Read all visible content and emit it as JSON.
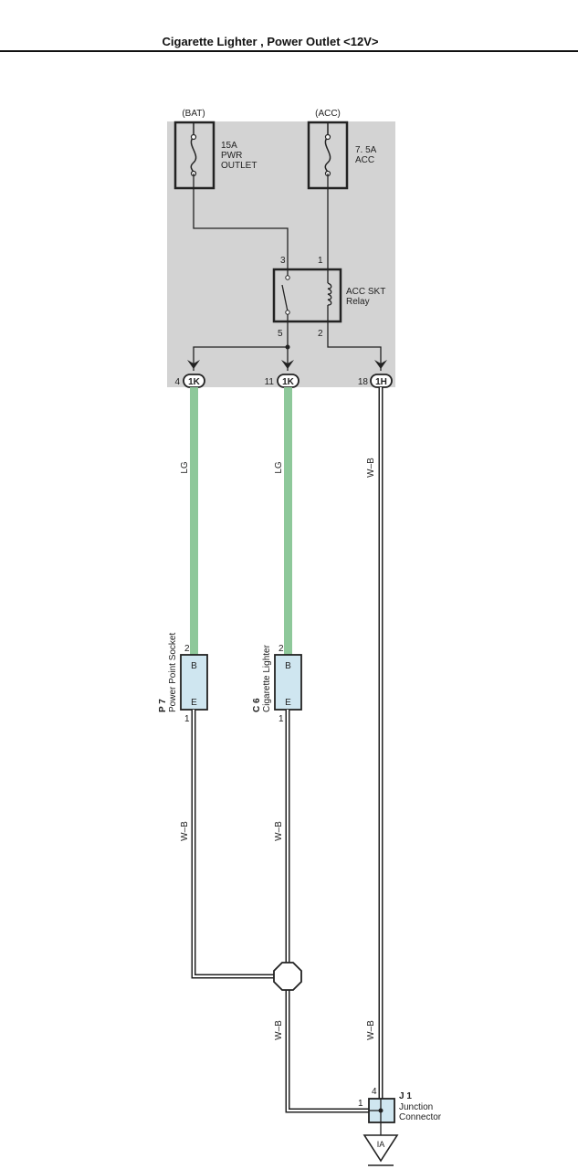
{
  "title": "Cigarette Lighter , Power Outlet <12V>",
  "colors": {
    "junction_block": "#d3d3d3",
    "lg_wire": "#8ec89a",
    "connector_fill": "#cfe6f0",
    "line": "#222222"
  },
  "fuses": [
    {
      "source": "(BAT)",
      "rating": "15A",
      "name_line1": "PWR",
      "name_line2": "OUTLET"
    },
    {
      "source": "(ACC)",
      "rating": "7. 5A",
      "name_line1": "ACC",
      "name_line2": ""
    }
  ],
  "relay": {
    "name_line1": "ACC SKT",
    "name_line2": "Relay",
    "pins": [
      "3",
      "1",
      "5",
      "2"
    ]
  },
  "block_connectors": [
    {
      "pin": "4",
      "code": "1K"
    },
    {
      "pin": "11",
      "code": "1K"
    },
    {
      "pin": "18",
      "code": "1H"
    }
  ],
  "wires": {
    "lg1": "LG",
    "lg2": "LG",
    "wb_right_upper": "W–B",
    "wb_p7": "W–B",
    "wb_c6": "W–B",
    "wb_lower_left": "W–B",
    "wb_right_lower": "W–B"
  },
  "components": [
    {
      "id": "P 7",
      "name": "Power Point Socket",
      "pin_top": "2",
      "pin_bottom": "1",
      "term_top": "B",
      "term_bottom": "E"
    },
    {
      "id": "C 6",
      "name": "Cigarette Lighter",
      "pin_top": "2",
      "pin_bottom": "1",
      "term_top": "B",
      "term_bottom": "E"
    }
  ],
  "junction": {
    "id": "J 1",
    "name_line1": "Junction",
    "name_line2": "Connector",
    "pin_top": "4",
    "pin_left": "1"
  },
  "ground": {
    "label": "IA"
  }
}
